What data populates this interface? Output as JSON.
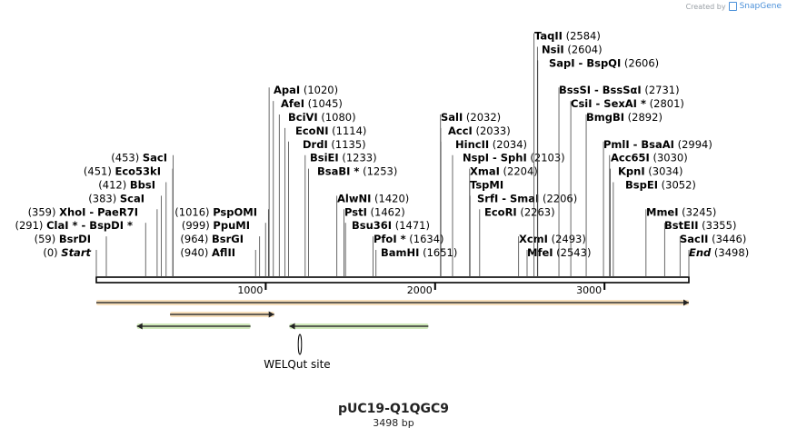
{
  "credit": {
    "prefix": "Created by",
    "brand": "SnapGene"
  },
  "plasmid": {
    "name": "pUC19-Q1QGC9",
    "length_label": "3498 bp",
    "length": 3498
  },
  "ticks": [
    {
      "pos": 1000,
      "label": "1000"
    },
    {
      "pos": 2000,
      "label": "2000"
    },
    {
      "pos": 3000,
      "label": "3000"
    }
  ],
  "sites": [
    {
      "side": "L",
      "num": "(0)",
      "name": "Start",
      "italic": true,
      "pos": 0
    },
    {
      "side": "L",
      "num": "(59)",
      "name": "BsrDI",
      "pos": 59
    },
    {
      "side": "L",
      "num": "(291)",
      "name": "ClaI *  -  BspDI *",
      "pos": 291
    },
    {
      "side": "L",
      "num": "(359)",
      "name": "XhoI  -  PaeR7I",
      "pos": 359
    },
    {
      "side": "L",
      "num": "(383)",
      "name": "ScaI",
      "pos": 383
    },
    {
      "side": "L",
      "num": "(412)",
      "name": "BbsI",
      "pos": 412
    },
    {
      "side": "L",
      "num": "(451)",
      "name": "Eco53kI",
      "pos": 451
    },
    {
      "side": "L",
      "num": "(453)",
      "name": "SacI",
      "pos": 453
    },
    {
      "side": "L",
      "num": "(940)",
      "name": "AflII",
      "pos": 940
    },
    {
      "side": "L",
      "num": "(964)",
      "name": "BsrGI",
      "pos": 964
    },
    {
      "side": "L",
      "num": "(999)",
      "name": "PpuMI",
      "pos": 999
    },
    {
      "side": "L",
      "num": "(1016)",
      "name": "PspOMI",
      "pos": 1016
    },
    {
      "side": "R",
      "name": "ApaI",
      "num": "(1020)",
      "pos": 1020
    },
    {
      "side": "R",
      "name": "AfeI",
      "num": "(1045)",
      "pos": 1045
    },
    {
      "side": "R",
      "name": "BciVI",
      "num": "(1080)",
      "pos": 1080
    },
    {
      "side": "R",
      "name": "EcoNI",
      "num": "(1114)",
      "pos": 1114
    },
    {
      "side": "R",
      "name": "DrdI",
      "num": "(1135)",
      "pos": 1135
    },
    {
      "side": "R",
      "name": "BsiEI",
      "num": "(1233)",
      "pos": 1233
    },
    {
      "side": "R",
      "name": "BsaBI *",
      "num": "(1253)",
      "pos": 1253
    },
    {
      "side": "R",
      "name": "AlwNI",
      "num": "(1420)",
      "pos": 1420
    },
    {
      "side": "R",
      "name": "PstI",
      "num": "(1462)",
      "pos": 1462
    },
    {
      "side": "R",
      "name": "Bsu36I",
      "num": "(1471)",
      "pos": 1471
    },
    {
      "side": "R",
      "name": "PfoI *",
      "num": "(1634)",
      "pos": 1634
    },
    {
      "side": "R",
      "name": "BamHI",
      "num": "(1651)",
      "pos": 1651
    },
    {
      "side": "R",
      "name": "SalI",
      "num": "(2032)",
      "pos": 2032
    },
    {
      "side": "R",
      "name": "AccI",
      "num": "(2033)",
      "pos": 2033
    },
    {
      "side": "R",
      "name": "HincII",
      "num": "(2034)",
      "pos": 2034
    },
    {
      "side": "R",
      "name": "NspI  -  SphI",
      "num": "(2103)",
      "pos": 2103
    },
    {
      "side": "R",
      "name": "XmaI",
      "num": "(2204)",
      "pos": 2204
    },
    {
      "side": "R",
      "name": "TspMI",
      "num": "",
      "pos": 2204
    },
    {
      "side": "R",
      "name": "SrfI  -  SmaI",
      "num": "(2206)",
      "pos": 2206
    },
    {
      "side": "R",
      "name": "EcoRI",
      "num": "(2263)",
      "pos": 2263
    },
    {
      "side": "R",
      "name": "XcmI",
      "num": "(2493)",
      "pos": 2493
    },
    {
      "side": "R",
      "name": "MfeI",
      "num": "(2543)",
      "pos": 2543
    },
    {
      "side": "R",
      "name": "TaqII",
      "num": "(2584)",
      "pos": 2584
    },
    {
      "side": "R",
      "name": "NsiI",
      "num": "(2604)",
      "pos": 2604
    },
    {
      "side": "R",
      "name": "SapI  -  BspQI",
      "num": "(2606)",
      "pos": 2606
    },
    {
      "side": "R",
      "name": "BssSI  -  BssSαI",
      "num": "(2731)",
      "pos": 2731
    },
    {
      "side": "R",
      "name": "CsiI  -  SexAI *",
      "num": "(2801)",
      "pos": 2801
    },
    {
      "side": "R",
      "name": "BmgBI",
      "num": "(2892)",
      "pos": 2892
    },
    {
      "side": "R",
      "name": "PmlI  -  BsaAI",
      "num": "(2994)",
      "pos": 2994
    },
    {
      "side": "R",
      "name": "Acc65I",
      "num": "(3030)",
      "pos": 3030
    },
    {
      "side": "R",
      "name": "KpnI",
      "num": "(3034)",
      "pos": 3034
    },
    {
      "side": "R",
      "name": "BspEI",
      "num": "(3052)",
      "pos": 3052
    },
    {
      "side": "R",
      "name": "MmeI",
      "num": "(3245)",
      "pos": 3245
    },
    {
      "side": "R",
      "name": "BstEII",
      "num": "(3355)",
      "pos": 3355
    },
    {
      "side": "R",
      "name": "SacII",
      "num": "(3446)",
      "pos": 3446
    },
    {
      "side": "R",
      "name": "End",
      "italic": true,
      "num": "(3498)",
      "pos": 3498
    }
  ],
  "features": [
    {
      "from": 0,
      "to": 3498,
      "direction": "forward",
      "color": "#e8a33c"
    },
    {
      "from": 435,
      "to": 1050,
      "direction": "forward",
      "color": "#e8a33c"
    },
    {
      "from": 240,
      "to": 910,
      "direction": "reverse",
      "color": "#7cc23c"
    },
    {
      "from": 1140,
      "to": 1960,
      "direction": "reverse",
      "color": "#7cc23c"
    }
  ],
  "welqut": {
    "label": "WELQut site",
    "pos": 1200
  }
}
